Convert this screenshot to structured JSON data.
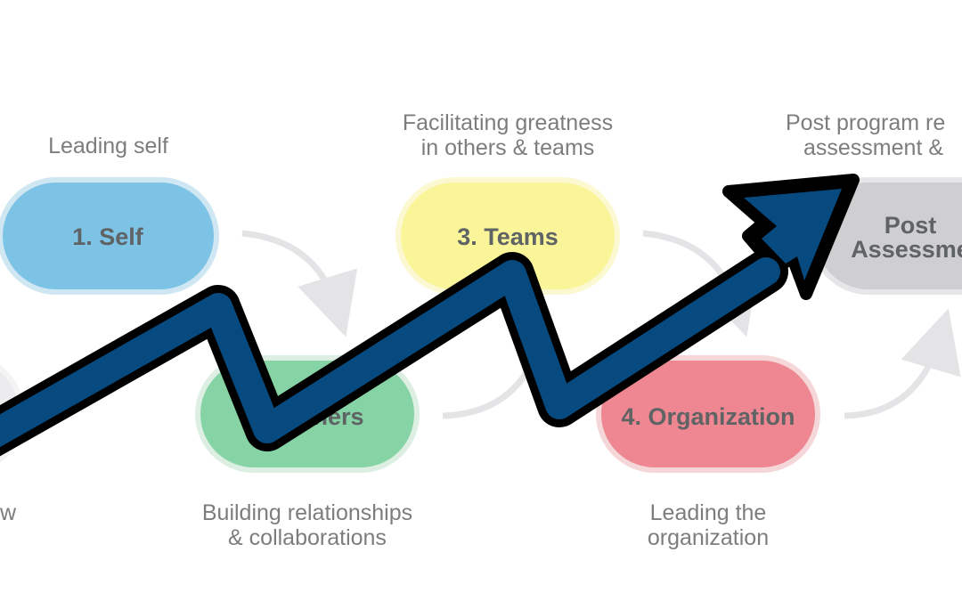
{
  "stages": [
    {
      "label": "1. Self",
      "caption": "Leading self",
      "color": "#7cc3e6"
    },
    {
      "label": "ners",
      "caption_lines": [
        "Building relationships",
        "& collaborations"
      ],
      "color": "#86d3a5"
    },
    {
      "label": "3. Teams",
      "caption_lines": [
        "Facilitating greatness",
        "in others & teams"
      ],
      "color": "#fbf59a"
    },
    {
      "label": "4. Organization",
      "caption_lines": [
        "Leading the",
        "organization"
      ],
      "color": "#ee8791"
    },
    {
      "label_lines": [
        "Post",
        "Assessme"
      ],
      "caption_lines": [
        "Post program re",
        "assessment &"
      ],
      "color": "#cfcfd1"
    }
  ],
  "left_partial_caption": "w",
  "arrow_color": "#064a80"
}
